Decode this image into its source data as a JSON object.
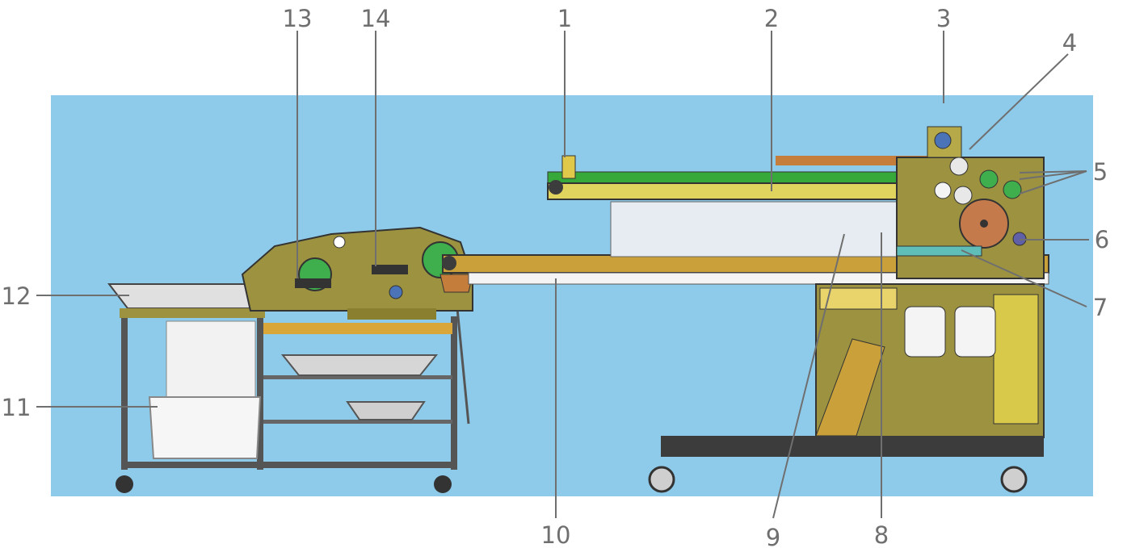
{
  "diagram": {
    "background_color": "#8ecbea",
    "colors": {
      "machine_olive": "#9c9240",
      "machine_yellow": "#d9c94a",
      "belt_green": "#37a93a",
      "dark_frame": "#3c3c3c",
      "roller_copper": "#c57a4b",
      "panel_white": "#f4f4f4",
      "hopper_gray": "#c9c9c9"
    },
    "callouts": [
      {
        "id": "c1",
        "label": "1"
      },
      {
        "id": "c2",
        "label": "2"
      },
      {
        "id": "c3",
        "label": "3"
      },
      {
        "id": "c4",
        "label": "4"
      },
      {
        "id": "c5",
        "label": "5"
      },
      {
        "id": "c6",
        "label": "6"
      },
      {
        "id": "c7",
        "label": "7"
      },
      {
        "id": "c8",
        "label": "8"
      },
      {
        "id": "c9",
        "label": "9"
      },
      {
        "id": "c10",
        "label": "10"
      },
      {
        "id": "c11",
        "label": "11"
      },
      {
        "id": "c12",
        "label": "12"
      },
      {
        "id": "c13",
        "label": "13"
      },
      {
        "id": "c14",
        "label": "14"
      }
    ]
  }
}
